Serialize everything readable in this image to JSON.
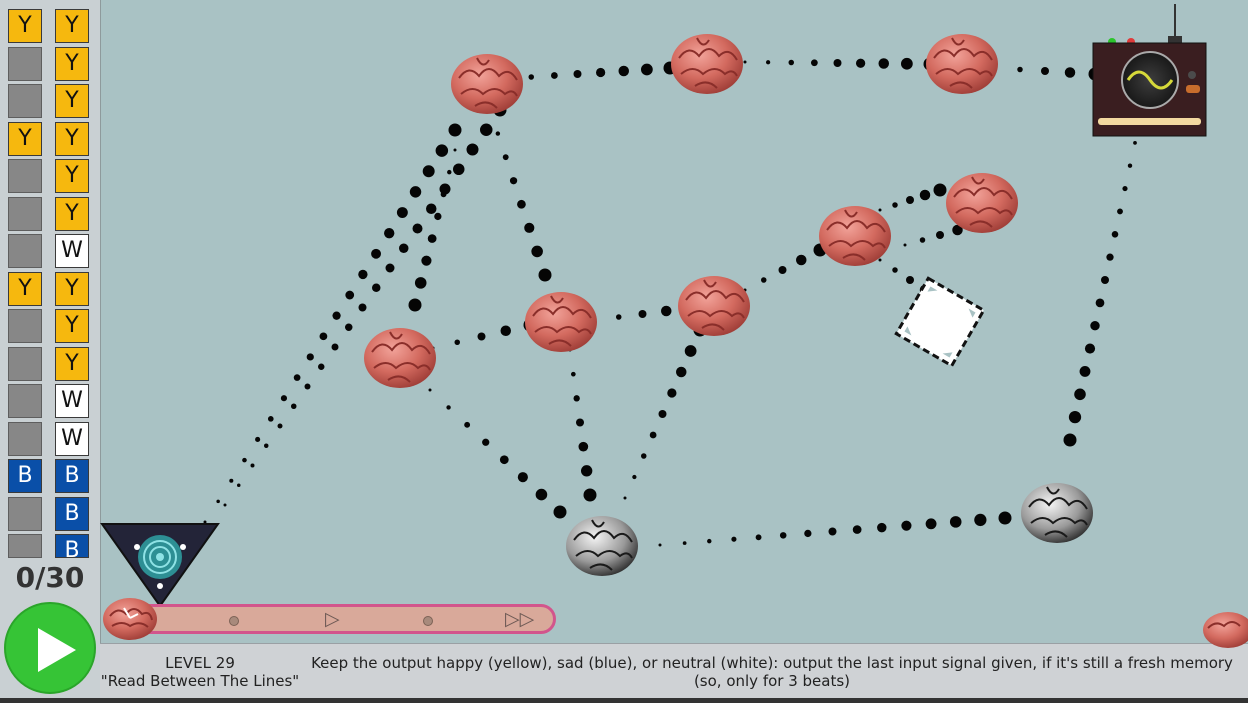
{
  "sidebar": {
    "input_column": [
      "Y",
      "",
      "",
      "Y",
      "",
      "",
      "",
      "Y",
      "",
      "",
      "",
      "",
      "B",
      "",
      ""
    ],
    "output_column": [
      "Y",
      "Y",
      "Y",
      "Y",
      "Y",
      "Y",
      "W",
      "Y",
      "Y",
      "Y",
      "W",
      "W",
      "B",
      "B",
      "B"
    ],
    "counter": "0/30"
  },
  "level": {
    "number_text": "LEVEL 29",
    "title_text": "\"Read Between The Lines\""
  },
  "description": "Keep the output happy (yellow), sad (blue), or neutral (white): output the last input signal given, if it's still a fresh memory (so, only for 3 beats)",
  "colors": {
    "background": "#a9c2c4",
    "happy": "#f6b80e",
    "sad": "#0a4fa8",
    "neutral": "#ffffff",
    "play_button": "#36c436"
  },
  "icons": {
    "play": "play-icon",
    "speed_normal": "play-speed-icon",
    "speed_fast": "fast-forward-icon",
    "output_device": "oscilloscope-icon",
    "input_emitter": "hypno-spinner-icon"
  }
}
